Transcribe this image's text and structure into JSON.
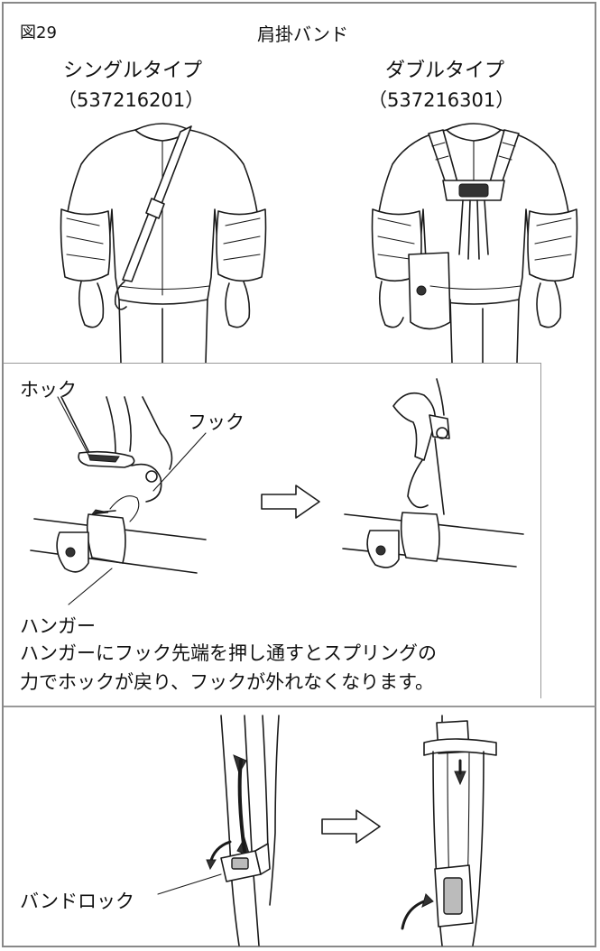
{
  "figure_number": "図29",
  "title": "肩掛バンド",
  "single_type": {
    "name": "シングルタイプ",
    "part_number": "（537216201）"
  },
  "double_type": {
    "name": "ダブルタイプ",
    "part_number": "（537216301）"
  },
  "hook_section": {
    "label_hock": "ホック",
    "label_hook": "フック",
    "label_hanger": "ハンガー",
    "description_line1": "ハンガーにフック先端を押し通すとスプリングの",
    "description_line2": "力でホックが戻り、フックが外れなくなります。"
  },
  "band_section": {
    "label_band_lock": "バンドロック"
  }
}
